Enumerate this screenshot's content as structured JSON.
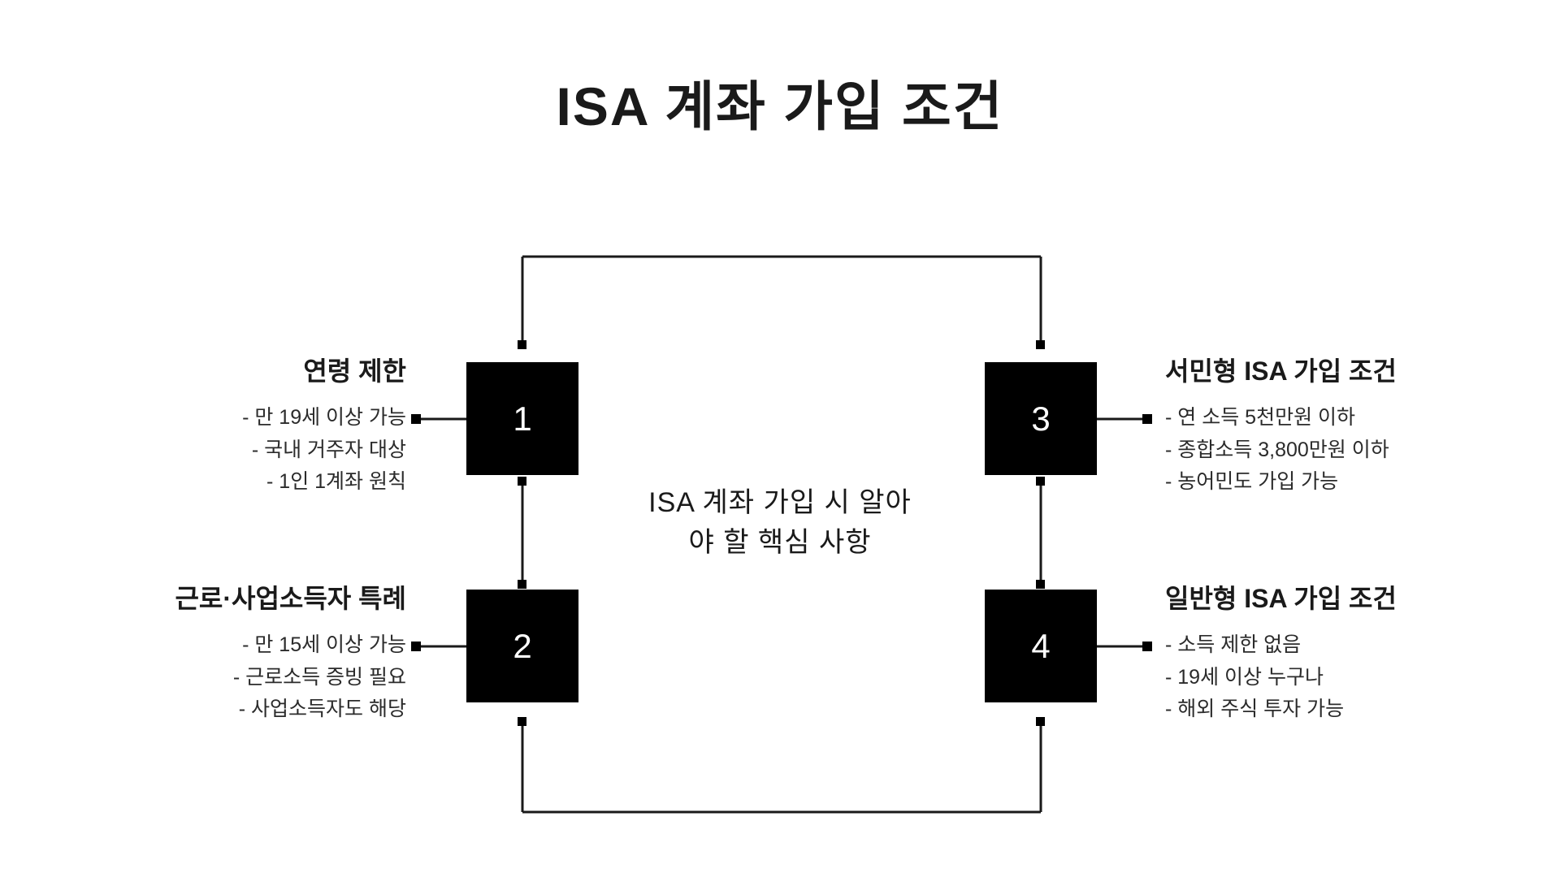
{
  "page": {
    "title": "ISA 계좌 가입 조건",
    "background_color": "#ffffff",
    "text_color": "#1a1a1a",
    "node_color": "#000000",
    "node_text_color": "#ffffff"
  },
  "center": {
    "caption_line_1": "ISA 계좌 가입 시 알아",
    "caption_line_2": "야 할 핵심 사항"
  },
  "nodes": [
    {
      "number": "1",
      "side": "left",
      "heading": "연령 제한",
      "bullets": [
        "- 만 19세 이상 가능",
        "- 국내 거주자 대상",
        "- 1인 1계좌 원칙"
      ]
    },
    {
      "number": "2",
      "side": "left",
      "heading": "근로·사업소득자 특례",
      "bullets": [
        "- 만 15세 이상 가능",
        "- 근로소득 증빙 필요",
        "- 사업소득자도 해당"
      ]
    },
    {
      "number": "3",
      "side": "right",
      "heading": "서민형 ISA 가입 조건",
      "bullets": [
        "- 연 소득 5천만원 이하",
        "- 종합소득 3,800만원 이하",
        "- 농어민도 가입 가능"
      ]
    },
    {
      "number": "4",
      "side": "right",
      "heading": "일반형 ISA 가입 조건",
      "bullets": [
        "- 소득 제한 없음",
        "- 19세 이상 누구나",
        "- 해외 주식 투자 가능"
      ]
    }
  ]
}
